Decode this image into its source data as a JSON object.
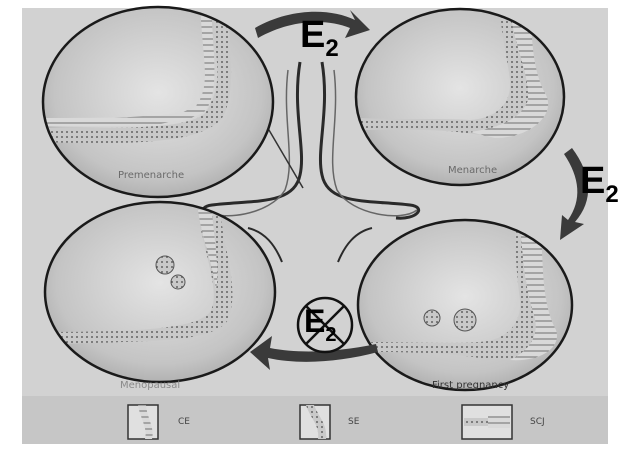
{
  "hormone_label": {
    "main": "E",
    "sub": "2"
  },
  "stages": {
    "premenarche": "Premenarche",
    "menarche": "Menarche",
    "first_pregnancy": "First pregnancy",
    "menopausal": "Menopausal"
  },
  "legend": {
    "ce": "CE",
    "se": "SE",
    "scj": "SCJ"
  },
  "colors": {
    "background": "#ffffff",
    "panel": "#cfcfcf",
    "arrow": "#3a3a3a"
  }
}
